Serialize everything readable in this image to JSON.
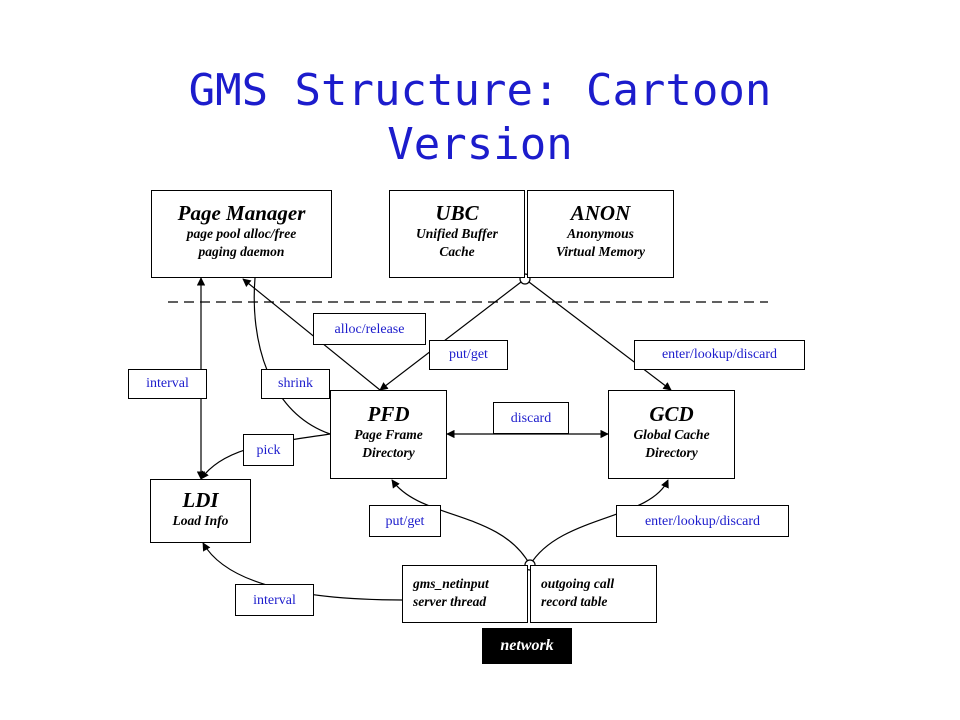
{
  "title": {
    "line1": "GMS Structure: Cartoon",
    "line2": "Version"
  },
  "boxes": {
    "page_manager": {
      "title": "Page Manager",
      "line1": "page pool alloc/free",
      "line2": "paging daemon"
    },
    "ubc": {
      "title": "UBC",
      "line1": "Unified Buffer",
      "line2": "Cache"
    },
    "anon": {
      "title": "ANON",
      "line1": "Anonymous",
      "line2": "Virtual Memory"
    },
    "pfd": {
      "title": "PFD",
      "line1": "Page Frame",
      "line2": "Directory"
    },
    "gcd": {
      "title": "GCD",
      "line1": "Global Cache",
      "line2": "Directory"
    },
    "ldi": {
      "title": "LDI",
      "line1": "Load Info"
    },
    "gms_netinput": {
      "line1": "gms_netinput",
      "line2": "server thread"
    },
    "outgoing_call": {
      "line1": "outgoing call",
      "line2": "record table"
    },
    "network": {
      "label": "network"
    }
  },
  "labels": {
    "alloc_release": "alloc/release",
    "put_get_top": "put/get",
    "enter_lookup_discard_top": "enter/lookup/discard",
    "interval_left": "interval",
    "shrink": "shrink",
    "discard": "discard",
    "pick": "pick",
    "put_get_bottom": "put/get",
    "enter_lookup_discard_bottom": "enter/lookup/discard",
    "interval_bottom": "interval"
  },
  "colors": {
    "title": "#1c1ccc",
    "label_text": "#1c1ccc",
    "lines": "#000000"
  }
}
